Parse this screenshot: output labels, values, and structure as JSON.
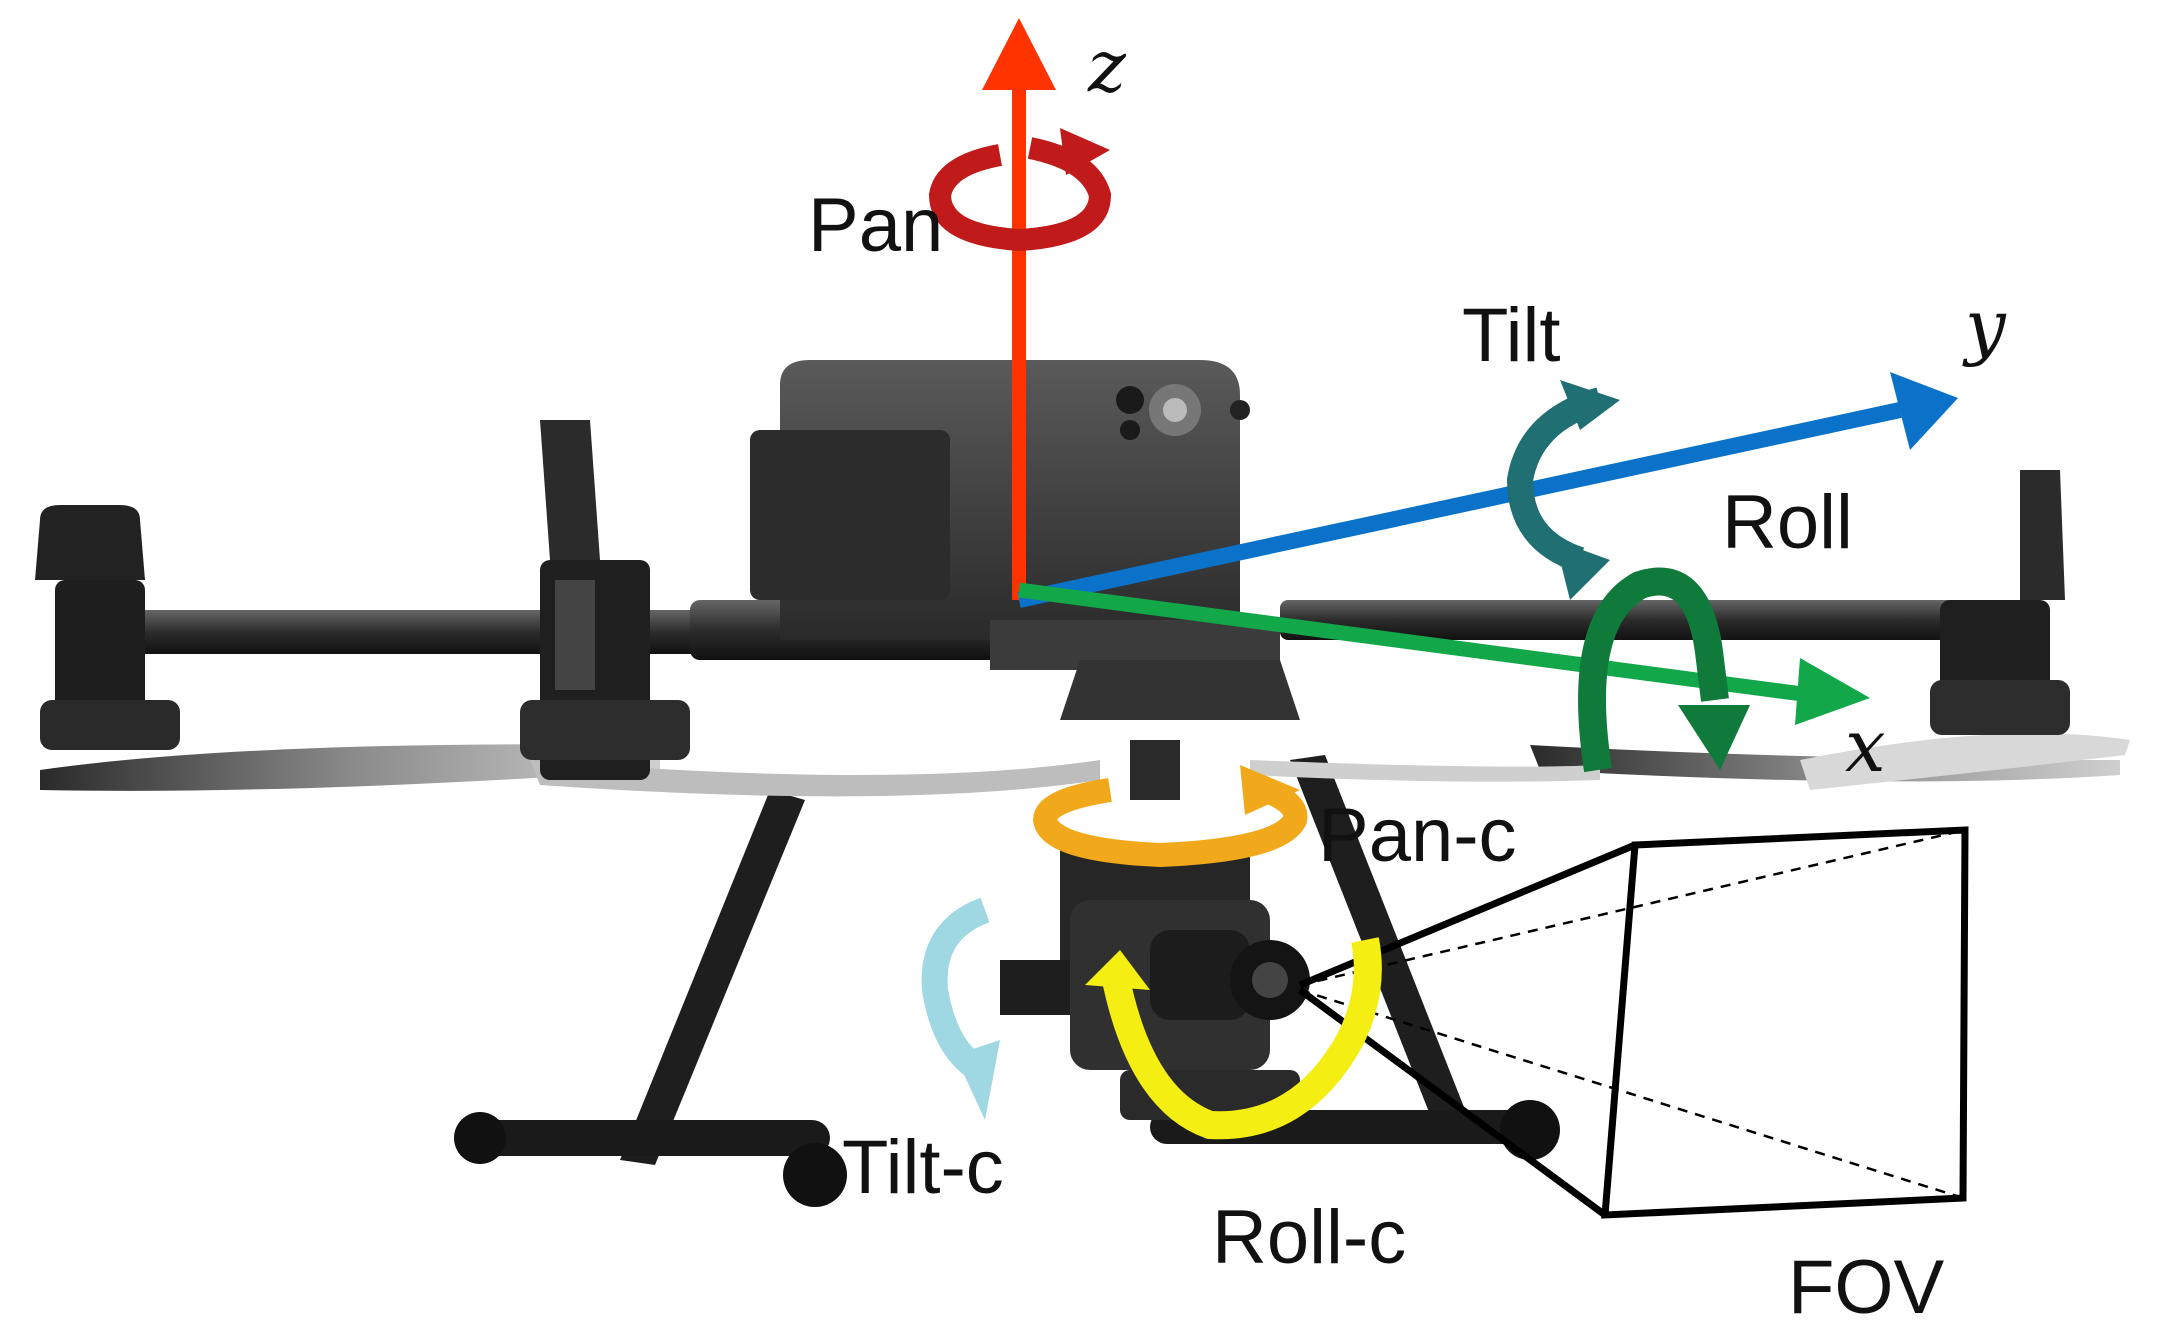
{
  "axes": {
    "z": "z",
    "y": "y",
    "x": "x"
  },
  "rotations": {
    "pan": "Pan",
    "tilt": "Tilt",
    "roll": "Roll",
    "pan_c": "Pan-c",
    "tilt_c": "Tilt-c",
    "roll_c": "Roll-c"
  },
  "camera": {
    "fov": "FOV"
  },
  "colors": {
    "z_axis": "#ff3300",
    "y_axis": "#0a72c8",
    "x_axis": "#12a84a",
    "pan": "#c01a1a",
    "tilt": "#1f6f73",
    "roll": "#0f7a3a",
    "pan_c": "#f2a81b",
    "tilt_c": "#9fd7e2",
    "roll_c": "#f5ee12"
  }
}
